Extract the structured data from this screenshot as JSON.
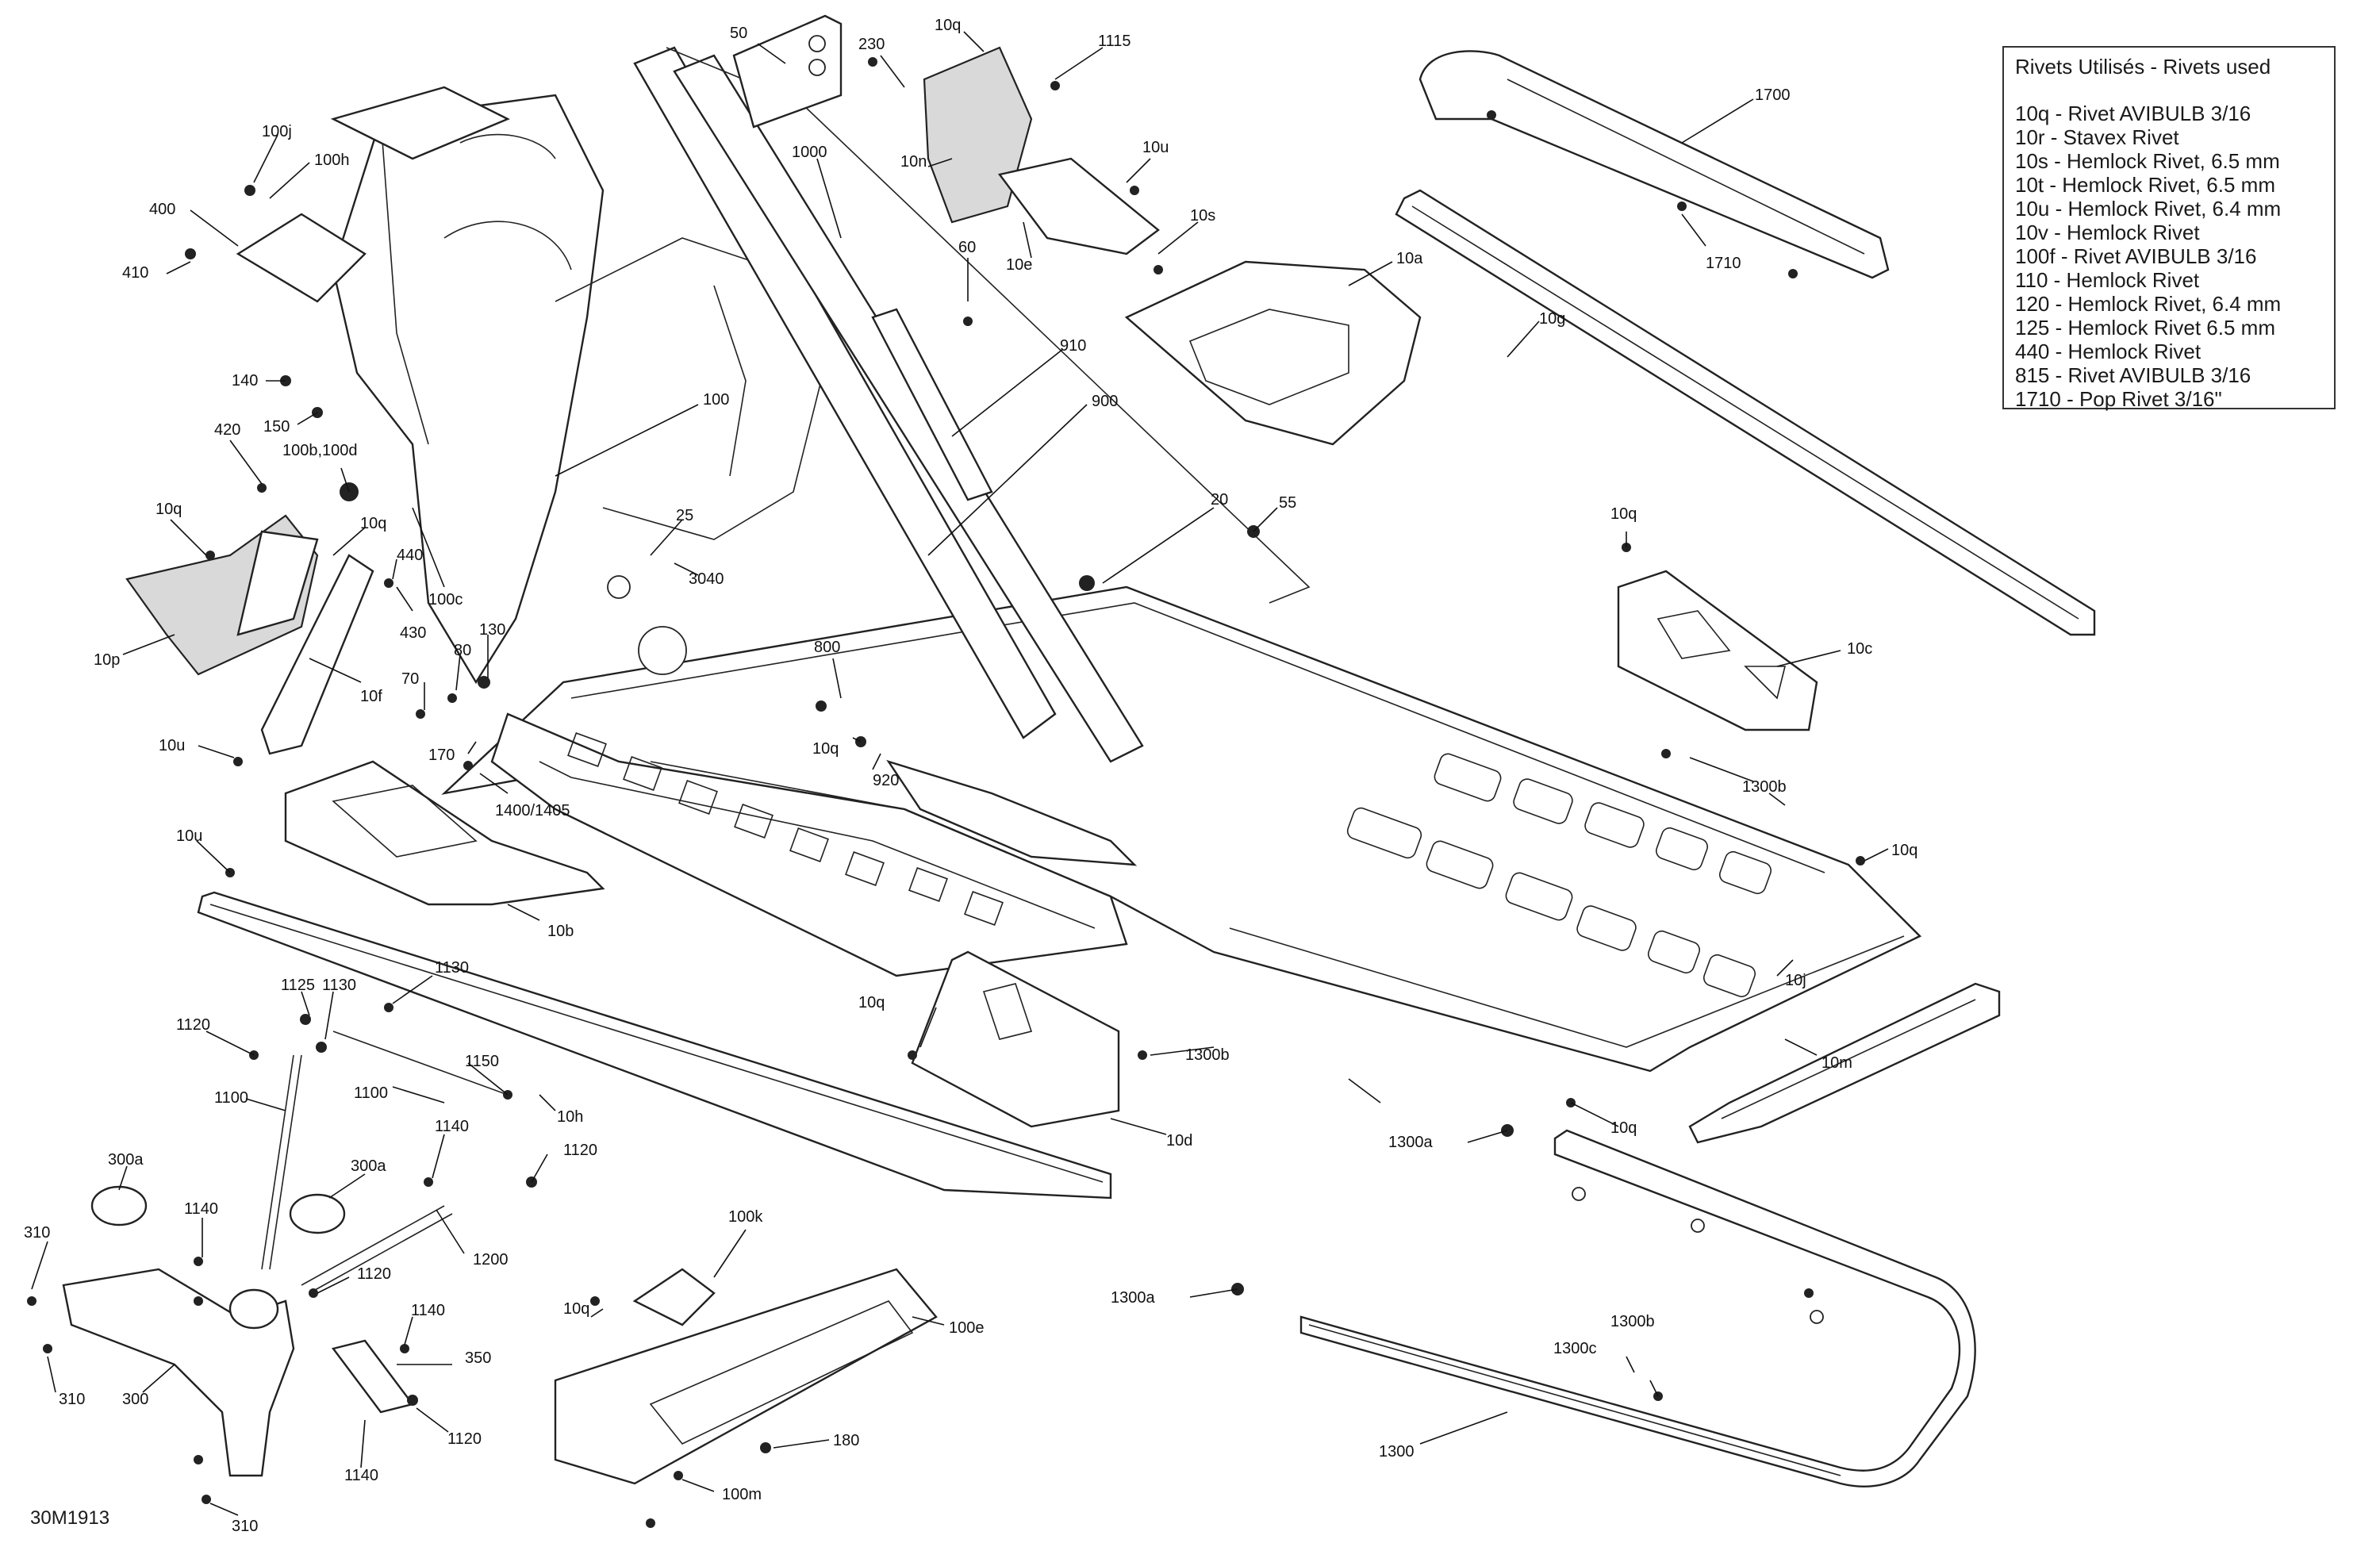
{
  "diagram_code": "30M1913",
  "legend": {
    "title": "Rivets Utilisés - Rivets used",
    "items": [
      "10q - Rivet AVIBULB 3/16",
      "10r - Stavex Rivet",
      "10s - Hemlock Rivet, 6.5 mm",
      "10t - Hemlock Rivet, 6.5 mm",
      "10u - Hemlock Rivet, 6.4 mm",
      "10v - Hemlock Rivet",
      "100f - Rivet AVIBULB 3/16",
      "110 - Hemlock Rivet",
      "120 - Hemlock Rivet, 6.4 mm",
      "125 - Hemlock Rivet 6.5 mm",
      "440 - Hemlock Rivet",
      "815 - Rivet AVIBULB 3/16",
      "1710 - Pop Rivet 3/16\""
    ]
  },
  "callouts": [
    "50",
    "10q",
    "230",
    "1115",
    "1000",
    "10n",
    "10u",
    "10s",
    "60",
    "10e",
    "100j",
    "100h",
    "400",
    "410",
    "140",
    "150",
    "420",
    "100b,100d",
    "10q",
    "10q",
    "440",
    "430",
    "10p",
    "100c",
    "10f",
    "130",
    "80",
    "70",
    "10u",
    "170",
    "100",
    "25",
    "3040",
    "910",
    "900",
    "10a",
    "1700",
    "1710",
    "10g",
    "20",
    "55",
    "800",
    "10q",
    "920",
    "1400/1405",
    "10q",
    "10c",
    "1300b",
    "10q",
    "10u",
    "10b",
    "1130",
    "1125",
    "1130",
    "1120",
    "1100",
    "1150",
    "1100",
    "10h",
    "1140",
    "1120",
    "300a",
    "300a",
    "1140",
    "1200",
    "310",
    "1120",
    "1140",
    "350",
    "310",
    "300",
    "1120",
    "1140",
    "310",
    "100k",
    "100e",
    "10q",
    "180",
    "100m",
    "10q",
    "1300b",
    "10d",
    "10j",
    "10m",
    "1300a",
    "10q",
    "1300a",
    "1300b",
    "1300c",
    "1300"
  ]
}
